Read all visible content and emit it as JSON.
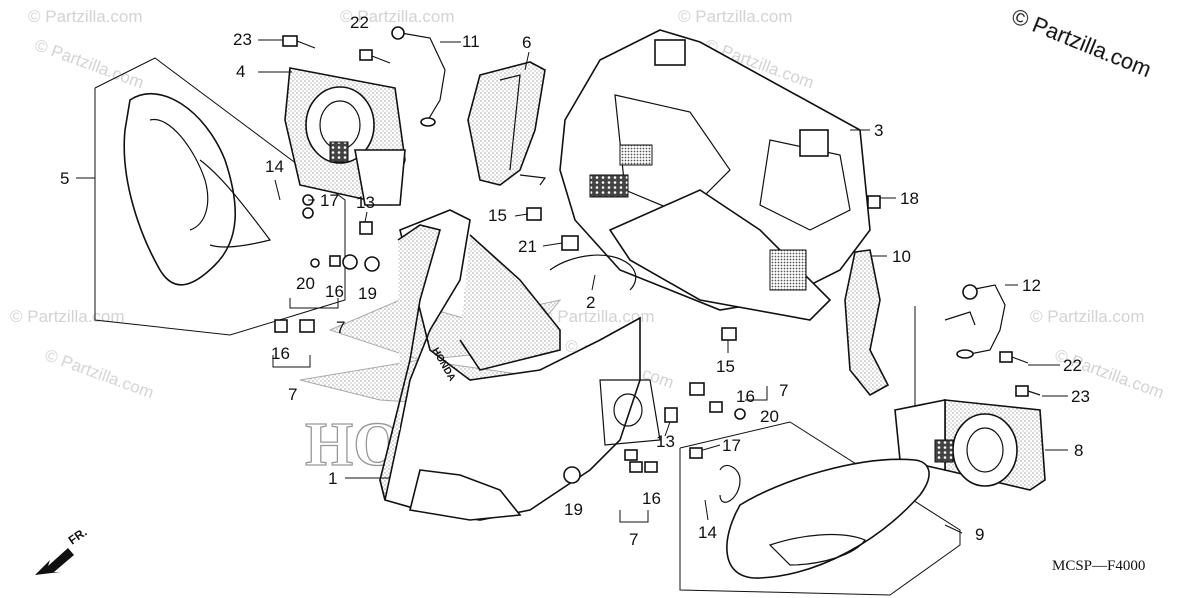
{
  "copyright": "© Partzilla.com",
  "watermark": "© Partzilla.com",
  "diagram_code": "MCSP—F4000",
  "direction_label": "FR.",
  "emblem_text": "HONDA",
  "part_label_text": "HONDA",
  "callouts": {
    "c1": "1",
    "c2": "2",
    "c3": "3",
    "c4": "4",
    "c5": "5",
    "c6": "6",
    "c7a": "7",
    "c7b": "7",
    "c7c": "7",
    "c7d": "7",
    "c8": "8",
    "c9": "9",
    "c10": "10",
    "c11": "11",
    "c12": "12",
    "c13a": "13",
    "c13b": "13",
    "c14a": "14",
    "c14b": "14",
    "c15a": "15",
    "c15b": "15",
    "c16a": "16",
    "c16b": "16",
    "c16c": "16",
    "c16d": "16",
    "c17a": "17",
    "c17b": "17",
    "c18": "18",
    "c19a": "19",
    "c19b": "19",
    "c20a": "20",
    "c20b": "20",
    "c21": "21",
    "c22a": "22",
    "c22b": "22",
    "c23a": "23",
    "c23b": "23"
  }
}
